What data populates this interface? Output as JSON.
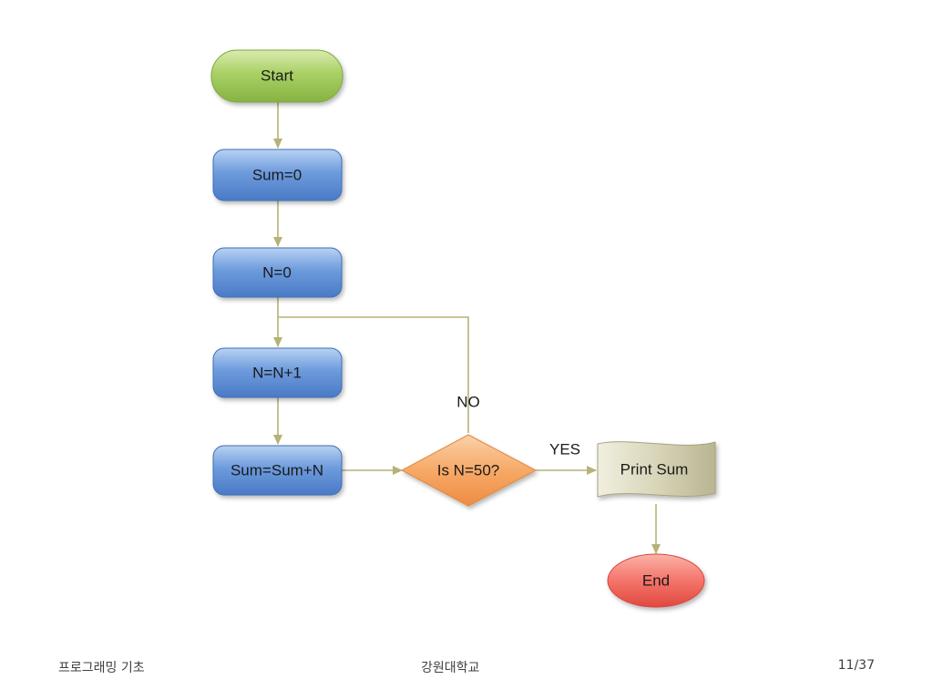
{
  "diagram": {
    "nodes": {
      "start": "Start",
      "sum_init": "Sum=0",
      "n_init": "N=0",
      "increment": "N=N+1",
      "accumulate": "Sum=Sum+N",
      "decision": "Is N=50?",
      "print": "Print Sum",
      "end": "End"
    },
    "edge_labels": {
      "yes": "YES",
      "no": "NO"
    }
  },
  "footer": {
    "left": "프로그래밍 기초",
    "center": "강원대학교",
    "page": "11/37"
  },
  "colors": {
    "terminal_start": "#9ec552",
    "process": "#5b8fd3",
    "decision": "#f5a766",
    "document": "#d6d3b6",
    "terminal_end": "#f26e62",
    "connector": "#b6b278"
  }
}
